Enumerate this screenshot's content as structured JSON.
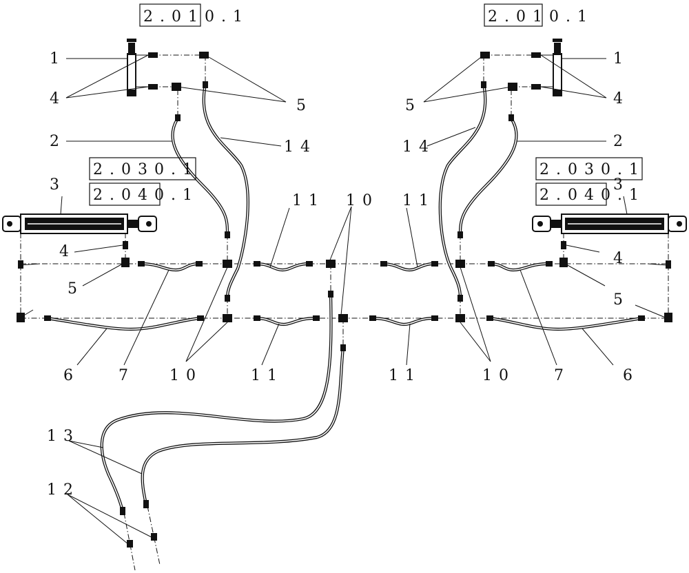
{
  "diagram": {
    "reference_boxes": [
      {
        "id": "ref-top-left",
        "text": "2.010.1"
      },
      {
        "id": "ref-top-right",
        "text": "2.010.1"
      },
      {
        "id": "ref-mid-left-a",
        "text": "2.030.1"
      },
      {
        "id": "ref-mid-left-b",
        "text": "2.040.1"
      },
      {
        "id": "ref-mid-right-a",
        "text": "2.030.1"
      },
      {
        "id": "ref-mid-right-b",
        "text": "2.040.1"
      }
    ],
    "callouts": {
      "left": [
        "1",
        "4",
        "2",
        "3",
        "4",
        "5",
        "5",
        "6",
        "7",
        "10"
      ],
      "right": [
        "1",
        "4",
        "2",
        "3",
        "4",
        "5",
        "5",
        "6",
        "7",
        "10"
      ],
      "top_left_5": "5",
      "top_left_14": "14",
      "top_right_5": "5",
      "top_right_14": "14",
      "center_11_tl": "11",
      "center_10": "10",
      "center_11_tr": "11",
      "center_11_bl": "11",
      "center_11_br": "11",
      "label_13": "13",
      "label_12": "12"
    }
  }
}
